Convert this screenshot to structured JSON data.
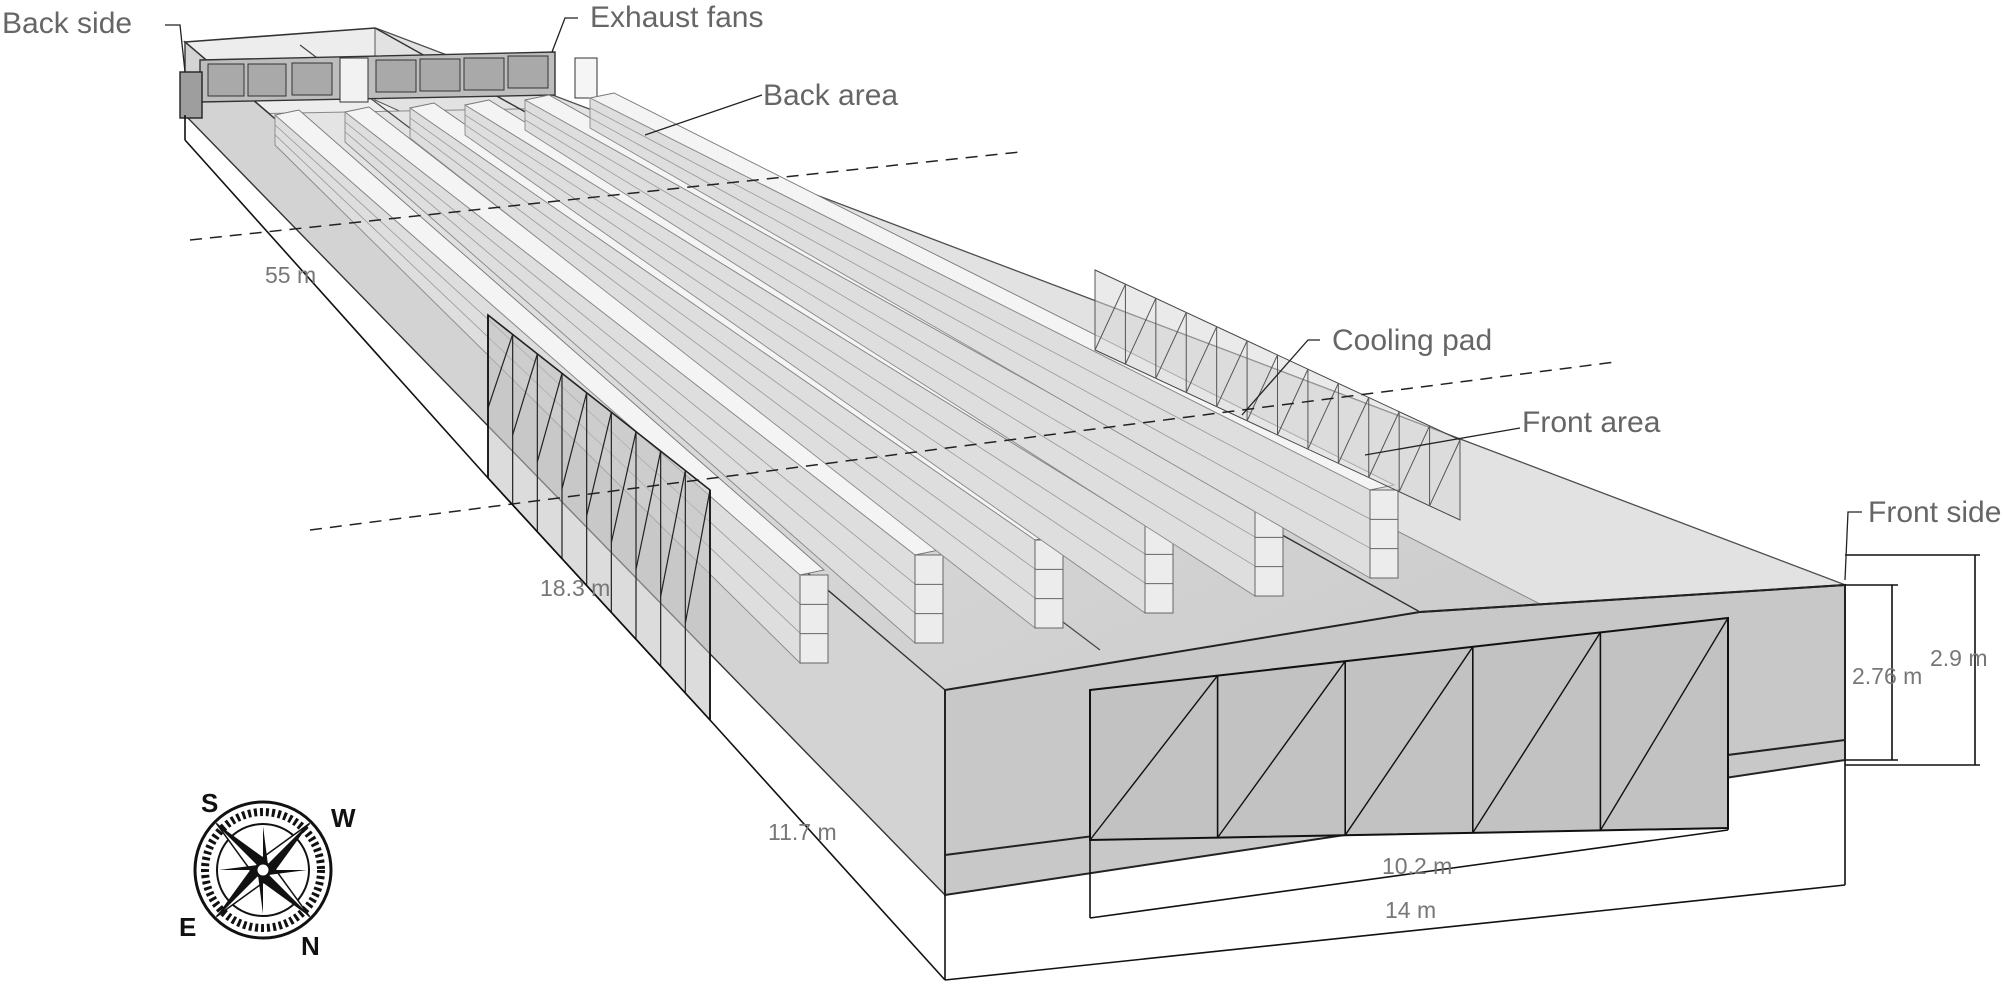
{
  "labels": {
    "back_side": "Back side",
    "exhaust_fans": "Exhaust fans",
    "back_area": "Back area",
    "cooling_pad": "Cooling pad",
    "front_area": "Front area",
    "front_side": "Front side"
  },
  "dimensions": {
    "length_total": "55 m",
    "length_segment_1": "18.3 m",
    "length_segment_2": "11.7 m",
    "width_pad": "10.2 m",
    "width_total": "14 m",
    "height_pad": "2.76 m",
    "height_total": "2.9 m"
  },
  "compass": {
    "north": "N",
    "south": "S",
    "east": "E",
    "west": "W"
  }
}
